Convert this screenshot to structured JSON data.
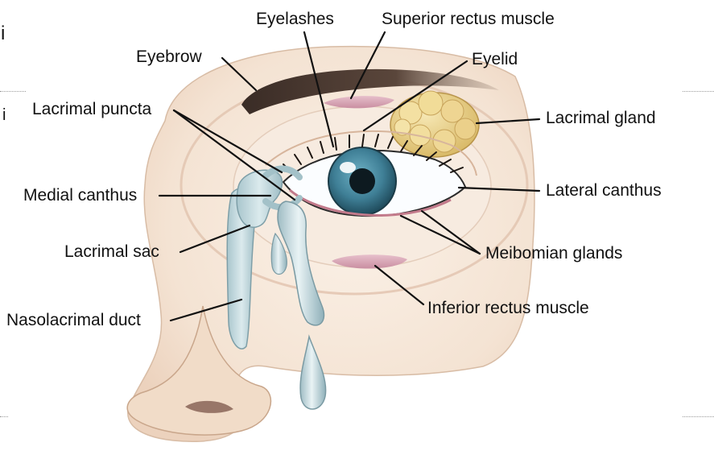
{
  "labels": {
    "eyelashes": "Eyelashes",
    "superior_rectus": "Superior rectus muscle",
    "eyebrow": "Eyebrow",
    "eyelid": "Eyelid",
    "lacrimal_puncta": "Lacrimal puncta",
    "lacrimal_gland": "Lacrimal gland",
    "medial_canthus": "Medial canthus",
    "lateral_canthus": "Lateral canthus",
    "lacrimal_sac": "Lacrimal sac",
    "meibomian_glands": "Meibomian glands",
    "nasolacrimal_duct": "Nasolacrimal duct",
    "inferior_rectus": "Inferior rectus muscle"
  },
  "edge_glyphs": {
    "top": "i",
    "middle": "i"
  },
  "colors": {
    "skin": "#f6e7d9",
    "skin_shadow": "#e8c9b0",
    "iris": "#3f7f96",
    "lacrimal_gland": "#e6cf8c",
    "tear_duct": "#b9d3d9",
    "muscle": "#d9a4b4",
    "eyebrow": "#4b3b33",
    "leader_line": "#111111"
  }
}
